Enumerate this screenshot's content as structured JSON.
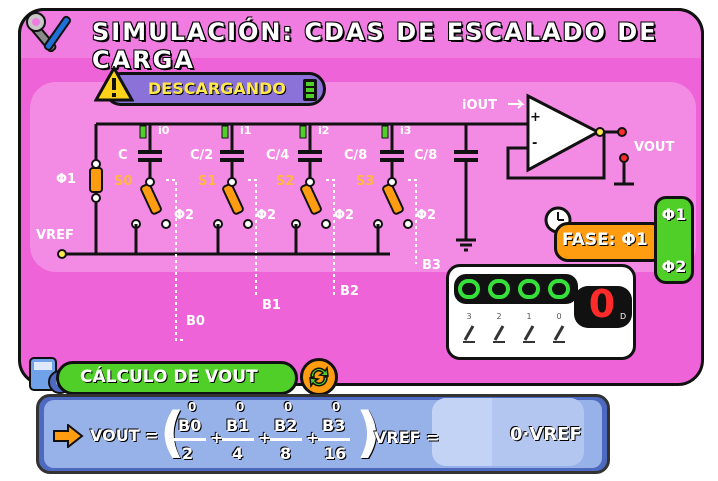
{
  "title": "SIMULACIÓN: CDAS DE ESCALADO DE CARGA",
  "status": {
    "text": "DESCARGANDO"
  },
  "circuit": {
    "phi1": "Φ1",
    "vref": "VREF",
    "iout": "iOUT",
    "vout": "VOUT",
    "plus": "+",
    "minus": "-",
    "capacitors": [
      {
        "label": "C",
        "current": "i0",
        "switch": "S0",
        "phi": "Φ2"
      },
      {
        "label": "C/2",
        "current": "i1",
        "switch": "S1",
        "phi": "Φ2"
      },
      {
        "label": "C/4",
        "current": "i2",
        "switch": "S2",
        "phi": "Φ2"
      },
      {
        "label": "C/8",
        "current": "i3",
        "switch": "S3",
        "phi": "Φ2"
      }
    ],
    "terminator": "C/8",
    "bits": [
      "B0",
      "B1",
      "B2",
      "B3"
    ]
  },
  "phase": {
    "label": "FASE:",
    "value": "Φ1",
    "toggle_top": "Φ1",
    "toggle_bottom": "Φ2"
  },
  "digital": {
    "bits": [
      "0",
      "0",
      "0",
      "0"
    ],
    "decimal": "0",
    "decimal_sub": "D",
    "bit_labels": [
      "3",
      "2",
      "1",
      "0"
    ]
  },
  "calc": {
    "label": "CÁLCULO DE VOUT"
  },
  "formula": {
    "lhs": "VOUT =",
    "terms": [
      {
        "num": "B0",
        "den": "2",
        "bit": "0"
      },
      {
        "num": "B1",
        "den": "4",
        "bit": "0"
      },
      {
        "num": "B2",
        "den": "8",
        "bit": "0"
      },
      {
        "num": "B3",
        "den": "16",
        "bit": "0"
      }
    ],
    "plus": "+",
    "vref": "VREF =",
    "result": "0·VREF"
  }
}
